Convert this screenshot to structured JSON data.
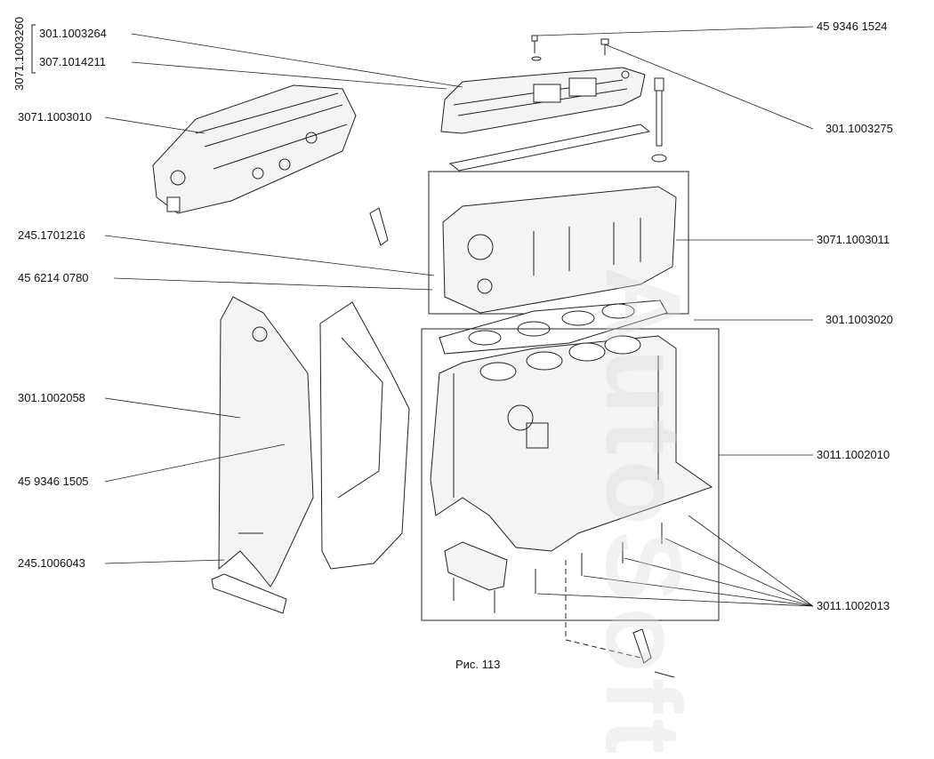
{
  "labels_left": {
    "group_vertical": "3071.1003260",
    "cover": "301.1003264",
    "seal": "307.1014211",
    "head_assembly": "3071.1003010",
    "stud": "245.1701216",
    "bolt_small": "45 6214 0780",
    "timing_cover": "301.1002058",
    "screw": "45 9346 1505",
    "bracket": "245.1006043"
  },
  "labels_right": {
    "screw_top": "45 9346 1524",
    "head_bolt": "301.1003275",
    "cylinder_head": "3071.1003011",
    "gasket": "301.1003020",
    "block": "3011.1002010",
    "bearing_caps": "3011.1002013"
  },
  "caption": "Рис. 113",
  "watermark": "AutoSoft",
  "colors": {
    "line": "#222222",
    "fill": "#f4f4f4",
    "watermark": "#d8d8d8"
  }
}
